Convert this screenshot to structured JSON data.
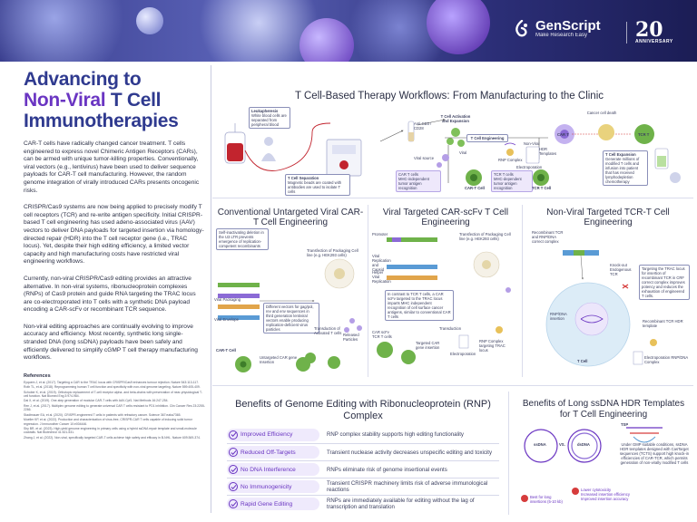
{
  "brand": {
    "logo_name": "GenScript",
    "logo_tagline": "Make Research Easy",
    "anniversary": "20",
    "anniversary_sub": "ANNIVERSARY"
  },
  "title": {
    "line1": "Advancing to",
    "line2a": "Non-Viral",
    "line2b": "T Cell",
    "line3": "Immunotherapies"
  },
  "intro_paragraphs": [
    "CAR-T cells have radically changed cancer treatment. T cells engineered to express novel Chimeric Antigen Receptors (CARs), can be armed with unique tumor-killing properties. Conventionally, viral vectors (e.g., lentivirus) have been used to deliver sequence payloads for CAR-T cell manufacturing. However, the random genome integration of virally introduced CARs presents oncogenic risks.",
    "CRISPR/Cas9 systems are now being applied to precisely modify T cell receptors (TCR) and re-write antigen specificity. Initial CRISPR-based T cell engineering has used adeno-associated virus (AAV) vectors to deliver DNA payloads for targeted insertion via homology-directed repair (HDR) into the T cell receptor gene (i.e., TRAC locus). Yet, despite their high editing efficiency, a limited vector capacity and high manufacturing costs have restricted viral engineering workflows.",
    "Currently, non-viral CRISPR/Cas9 editing provides an attractive alternative. In non-viral systems, ribonucleoprotein complexes (RNPs) of Cas9 protein and guide RNA targeting the TRAC locus are co-electroporated into T cells with a synthetic DNA payload encoding a CAR-scFv or recombinant TCR sequence.",
    "Non-viral editing approaches are continually evolving to improve accuracy and efficiency. Most recently, synthetic long single-stranded DNA (long ssDNA) payloads have been safely and efficiently delivered to simplify cGMP T cell therapy manufacturing workflows."
  ],
  "references": {
    "heading": "References",
    "items": [
      "Eyquem J, et al. (2017). Targeting a CAR to the TRAC locus with CRISPR/Cas9 enhances tumour rejection. Nature 543:113-117.",
      "Roth TL, et al. (2018). Reprogramming human T cell function and specificity with non-viral genome targeting. Nature 559:405-409.",
      "Schober K, et al. (2019). Orthotopic replacement of T-cell receptor alpha- and beta-chains with preservation of near-physiological T-cell function. Nat Biomed Eng 3:974-984.",
      "Dai X, et al. (2019). One-step generation of modular CAR-T cells with AAV-Cpf1. Nat Methods 16:247-254.",
      "Ren J, et al. (2017). Multiplex genome editing to generate universal CAR T cells resistant to PD1 inhibition. Clin Cancer Res 23:2255-2266.",
      "Stadtmauer EA, et al. (2020). CRISPR-engineered T cells in patients with refractory cancer. Science 367:eaba7365.",
      "Mueller KP, et al. (2022). Production and characterization of virus-free, CRISPR-CAR T cells capable of inducing solid tumor regression. J Immunother Cancer 10:e004446.",
      "Shy BR, et al. (2023). High-yield genome engineering in primary cells using a hybrid ssDNA repair template and small-molecule cocktails. Nat Biotechnol 41:521-531.",
      "Zhang J, et al. (2022). Non-viral, specifically targeted CAR-T cells achieve high safety and efficacy in B-NHL. Nature 609:369-374."
    ]
  },
  "workflow": {
    "heading": "T Cell-Based Therapy Workflows: From Manufacturing to the Clinic",
    "leukapheresis_title": "Leukapheresis",
    "leukapheresis_text": "White blood cells are separated from peripheral blood",
    "separation_title": "T Cell Separation",
    "separation_text": "Magnetic beads are coated with antibodies are used to isolate T cells",
    "activation_label": "T Cell Activation and Expansion",
    "anti_cd3": "Anti-CD3 / CD28",
    "engineering_label": "T Cell Engineering",
    "viral_label": "Viral",
    "nonviral_label": "Non-Viral",
    "viral_source": "Viral source",
    "hdr_label": "HDR Templates",
    "rnp_label": "RNP Complex",
    "electroporation": "Electroporation",
    "car_box": "CAR T cells\nMHC-independent\ntumor antigen recognition",
    "tcr_box": "TCR T cells\nMHC-dependent\ntumor antigen recognition",
    "car_cell": "CAR-T Cell",
    "tcr_cell": "TCR T Cell",
    "expansion_title": "T Cell Expansion",
    "expansion_text": "Generate millions of modified T cells and infusion into patient that has received lymphodepletion chemotherapy",
    "cancer_death": "Cancer cell death",
    "car_t": "CAR T",
    "tcr_t": "TCR T"
  },
  "viral_car": {
    "heading": "Conventional Untargeted Viral CAR-T Cell Engineering",
    "note1": "Self-inactivating deletion in the U3 LTR prevents emergence of replication-competent recombinants",
    "note2": "Different vectors for gag/pol, rev and env sequences in third generation lentiviral vectors enable producing replication-deficient virus particles",
    "packaging": "Viral Packaging",
    "envelope": "Viral Envelope",
    "transfection": "Transfection of Packaging Cell line (e.g. HEK293 cells)",
    "released": "Released Particles",
    "transduction": "Transduction of Activated T cells",
    "untargeted": "Untargeted CAR gene Insertion",
    "cart": "CAR-T Cell"
  },
  "viral_scfv": {
    "heading": "Viral Targeted CAR-scFv T Cell Engineering",
    "promoter": "Promoter",
    "ssdna": "Viral Replication and Capsid",
    "helper": "Helper Viral Replication",
    "transfection": "Transfection of Packaging Cell line (e.g. HEK293 cells)",
    "note": "In contrast to TCR T cells, a CAR scFv targeted to the TRAC locus imparts MHC independent recognition of cell surface cancer antigens, similar to conventional CAR T cells",
    "carscfv": "CAR scFv TCR T cells",
    "targeted": "Targeted CAR gene insertion",
    "transduction": "Transduction",
    "rnp": "RNP Complex targeting TRAC locus",
    "electroporation": "Electroporation"
  },
  "nonviral_tcr": {
    "heading": "Non-Viral Targeted TCR-T Cell Engineering",
    "recombinant": "Recombinant TCR and RNP/DNA correct complex",
    "knockout": "Knock-out Endogenous TCR",
    "targeting": "Targeting the TRAC locus for insertion of recombinant TCR in CRF correct complex improves potency and reduces the exhaustion of engineered T cells.",
    "tcell": "T Cell",
    "rnp_dna": "RNP/DNA insertion",
    "recombinant_tcr": "Recombinant TCR HDR template",
    "electroporation": "Electroporation RNP/DNA Complex"
  },
  "rnp_benefits": {
    "heading": "Benefits of Genome Editing with Ribonucleoprotein (RNP) Complex",
    "rows": [
      {
        "label": "Improved Efficiency",
        "desc": "RNP complex stability supports high editing functionality"
      },
      {
        "label": "Reduced Off-Targets",
        "desc": "Transient nuclease activity decreases unspecific editing and toxicity"
      },
      {
        "label": "No DNA Interference",
        "desc": "RNPs eliminate risk of genome insertional events"
      },
      {
        "label": "No Immunogenicity",
        "desc": "Transient CRISPR machinery limits risk of adverse immunological reactions"
      },
      {
        "label": "Rapid Gene Editing",
        "desc": "RNPs are immediately available for editing without the lag of transcription and translation"
      }
    ]
  },
  "ssdna_benefits": {
    "heading": "Benefits of Long ssDNA HDR Templates for T Cell Engineering",
    "vs": "VS.",
    "ssdna": "ssDNA",
    "dsdna": "dsDNA",
    "tsp": "TSP",
    "callout": "Under GMP suitable conditions, ssDNA HDR templates designed with CasTarget sequences (TCTS) support high knock-in efficiencies of CAR-TCR, which permits generation of non-virally modified T cells",
    "best_label": "Best for long insertions (5-10 kb)",
    "lower_label": "Lower cytotoxicity",
    "increased_label": "Increased insertion efficiency",
    "improved_label": "Improved insertion accuracy"
  },
  "colors": {
    "accent_purple": "#6a35c2",
    "title_blue": "#2f3a8f",
    "cell_green": "#6fb24a",
    "red": "#d63c3c"
  }
}
